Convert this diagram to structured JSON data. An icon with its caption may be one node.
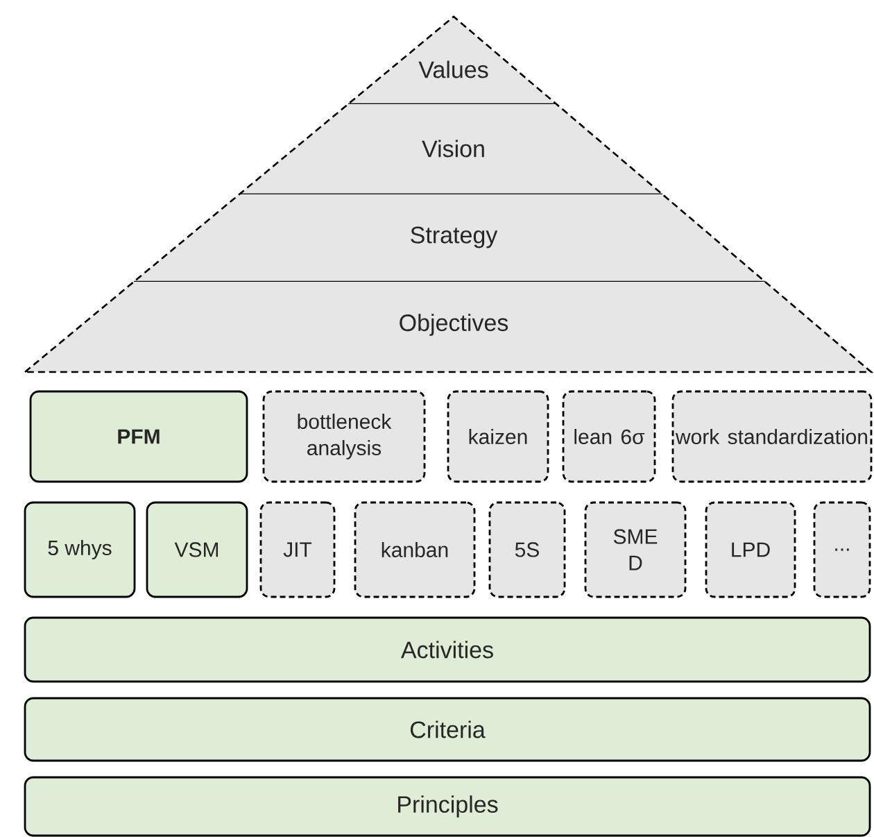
{
  "diagram": {
    "nodes": [
      {
        "text": [
          "Values"
        ]
      },
      {
        "text": [
          "Vision"
        ]
      },
      {
        "text": [
          "Strategy"
        ]
      },
      {
        "text": [
          "Objectives"
        ]
      },
      {
        "text": [
          "PFM"
        ]
      },
      {
        "text": [
          "bottleneck analysis"
        ]
      },
      {
        "text": [
          "kaizen"
        ]
      },
      {
        "text": [
          "lean 6σ"
        ]
      },
      {
        "text": [
          "work standardization"
        ]
      },
      {
        "text": [
          "5 whys"
        ]
      },
      {
        "text": [
          "VSM"
        ]
      },
      {
        "text": [
          "JIT"
        ]
      },
      {
        "text": [
          "kanban"
        ]
      },
      {
        "text": [
          "5S"
        ]
      },
      {
        "text": [
          "SME D"
        ]
      },
      {
        "text": [
          "LPD"
        ]
      },
      {
        "text": [
          "..."
        ]
      },
      {
        "text": [
          "Activities"
        ]
      },
      {
        "text": [
          "Criteria"
        ]
      },
      {
        "text": [
          "Principles"
        ]
      }
    ]
  }
}
